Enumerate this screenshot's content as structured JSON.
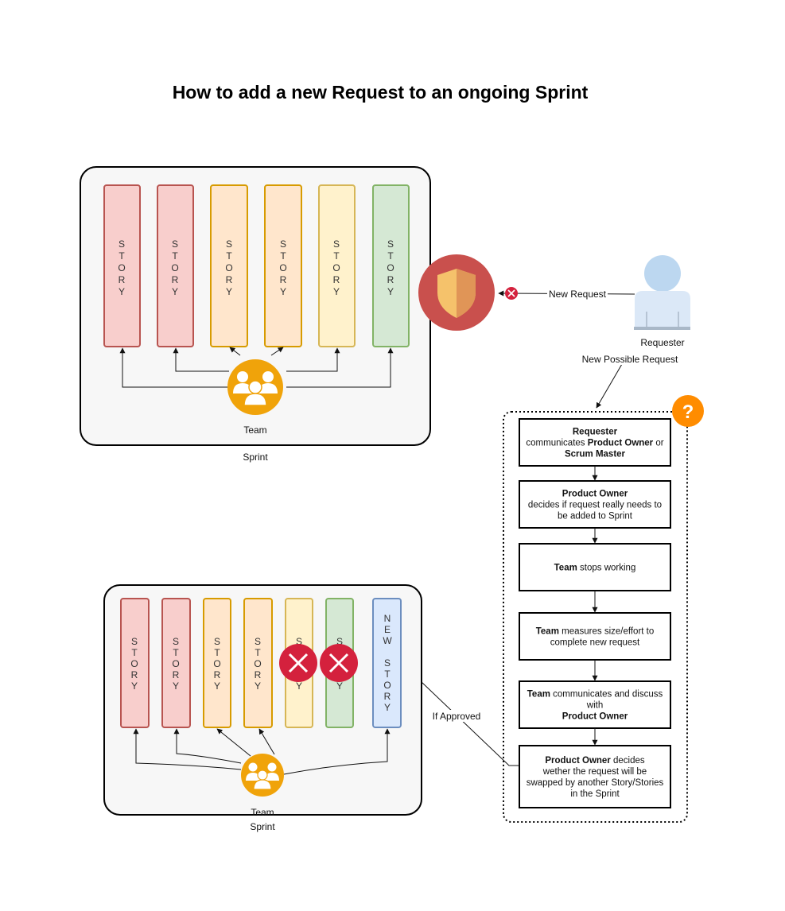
{
  "title": "How to add a new Request to an ongoing Sprint",
  "story_letters": [
    "S",
    "T",
    "O",
    "R",
    "Y"
  ],
  "new_story_letters": [
    "N",
    "E",
    "W",
    "",
    "S",
    "T",
    "O",
    "R",
    "Y"
  ],
  "sprint1": {
    "label": "Sprint",
    "team_label": "Team"
  },
  "sprint2": {
    "label": "Sprint",
    "team_label": "Team"
  },
  "requester_label": "Requester",
  "edge_labels": {
    "new_request": "New Request",
    "new_possible_request": "New Possible Request",
    "if_approved": "If Approved"
  },
  "question_mark": "?",
  "steps": [
    {
      "lines": [
        [
          {
            "t": "Requester",
            "b": true
          }
        ],
        [
          {
            "t": "communicates ",
            "b": false
          },
          {
            "t": "Product Owner",
            "b": true
          },
          {
            "t": " or",
            "b": false
          }
        ],
        [
          {
            "t": "Scrum Master",
            "b": true
          }
        ]
      ]
    },
    {
      "lines": [
        [
          {
            "t": "Product Owner",
            "b": true
          }
        ],
        [
          {
            "t": "decides if request really needs to",
            "b": false
          }
        ],
        [
          {
            "t": "be added to Sprint",
            "b": false
          }
        ]
      ]
    },
    {
      "lines": [
        [
          {
            "t": "Team",
            "b": true
          },
          {
            "t": " stops working",
            "b": false
          }
        ]
      ]
    },
    {
      "lines": [
        [
          {
            "t": "Team",
            "b": true
          },
          {
            "t": " measures size/effort to",
            "b": false
          }
        ],
        [
          {
            "t": "complete new request",
            "b": false
          }
        ]
      ]
    },
    {
      "lines": [
        [
          {
            "t": "Team",
            "b": true
          },
          {
            "t": " communicates and discuss",
            "b": false
          }
        ],
        [
          {
            "t": "with",
            "b": false
          }
        ],
        [
          {
            "t": "Product Owner",
            "b": true
          }
        ]
      ]
    },
    {
      "lines": [
        [
          {
            "t": "Product Owner",
            "b": true
          },
          {
            "t": " decides",
            "b": false
          }
        ],
        [
          {
            "t": "wether the request will be",
            "b": false
          }
        ],
        [
          {
            "t": "swapped by another Story/Stories",
            "b": false
          }
        ],
        [
          {
            "t": "in the Sprint",
            "b": false
          }
        ]
      ]
    }
  ],
  "colors": {
    "red_fill": "#f8cecc",
    "red_stroke": "#b85450",
    "orange_fill": "#ffe6cc",
    "orange_stroke": "#d79b00",
    "yellow_fill": "#fff2cc",
    "yellow_stroke": "#d6b656",
    "green_fill": "#d5e8d4",
    "green_stroke": "#82b366",
    "blue_fill": "#dae8fc",
    "blue_stroke": "#6c8ebf",
    "sprint_fill": "#f7f7f7",
    "team_icon": "#f0a30a",
    "shield_bg": "#c9504d",
    "x_red": "#d4213d",
    "question_orange": "#ff8c00",
    "person": "#bcd7f0"
  }
}
